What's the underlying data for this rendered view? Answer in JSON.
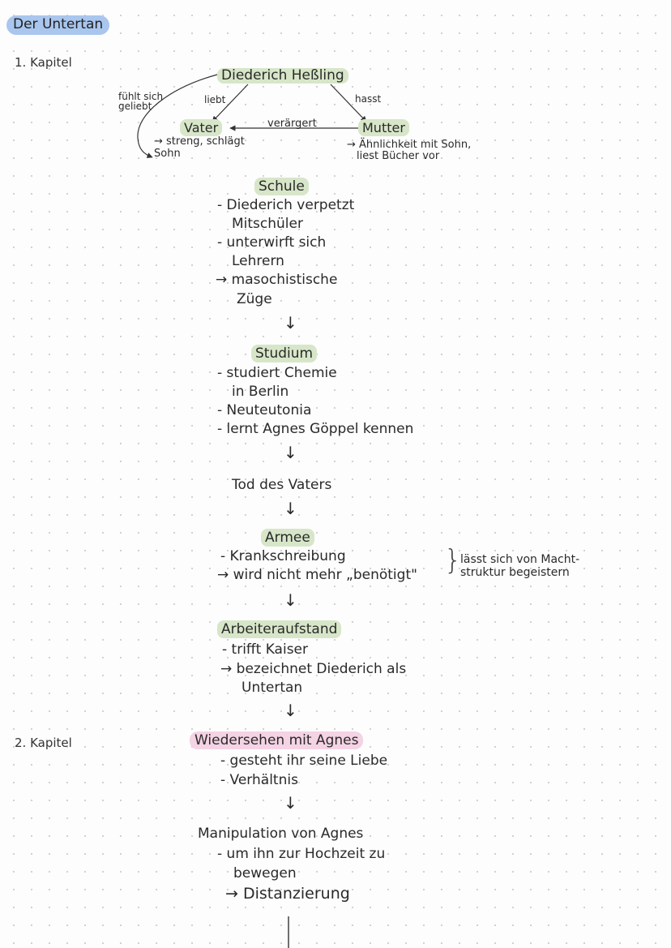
{
  "title": "Der Untertan",
  "chapters": {
    "ch1": "1. Kapitel",
    "ch2": "2. Kapitel"
  },
  "family": {
    "center": "Diederich Heßling",
    "father": "Vater",
    "mother": "Mutter",
    "edge_loves": "liebt",
    "edge_hates": "hasst",
    "edge_annoyed": "verärgert",
    "edge_feels_loved_1": "fühlt sich",
    "edge_feels_loved_2": "geliebt",
    "father_note_1": "→ streng, schlägt",
    "father_note_2": "Sohn",
    "mother_note_1": "→ Ähnlichkeit mit Sohn,",
    "mother_note_2": "liest Bücher vor"
  },
  "schule": {
    "heading": "Schule",
    "line1": "- Diederich verpetzt",
    "line2": "Mitschüler",
    "line3": "- unterwirft sich",
    "line4": "Lehrern",
    "line5": "→ masochistische",
    "line6": "Züge"
  },
  "studium": {
    "heading": "Studium",
    "line1": "- studiert Chemie",
    "line2": "in Berlin",
    "line3": "- Neuteutonia",
    "line4": "- lernt Agnes Göppel kennen"
  },
  "tod": "Tod des Vaters",
  "armee": {
    "heading": "Armee",
    "line1": "- Krankschreibung",
    "line2": "→ wird nicht mehr „benötigt\"",
    "brace": "}",
    "side1": "lässt sich von Macht-",
    "side2": "struktur begeistern"
  },
  "arbeiter": {
    "heading": "Arbeiteraufstand",
    "line1": "- trifft Kaiser",
    "line2": "→ bezeichnet Diederich als",
    "line3": "Untertan"
  },
  "wiedersehen": {
    "heading": "Wiedersehen mit Agnes",
    "line1": "- gesteht ihr seine Liebe",
    "line2": "- Verhältnis"
  },
  "manipulation": {
    "heading": "Manipulation von Agnes",
    "line1": "- um ihn zur Hochzeit zu",
    "line2": "bewegen",
    "line3": "→ Distanzierung"
  },
  "down_arrow": "↓",
  "colors": {
    "title_highlight": "#a9c6ee",
    "green_highlight": "#d7e6c8",
    "pink_highlight": "#f4d3e4"
  }
}
